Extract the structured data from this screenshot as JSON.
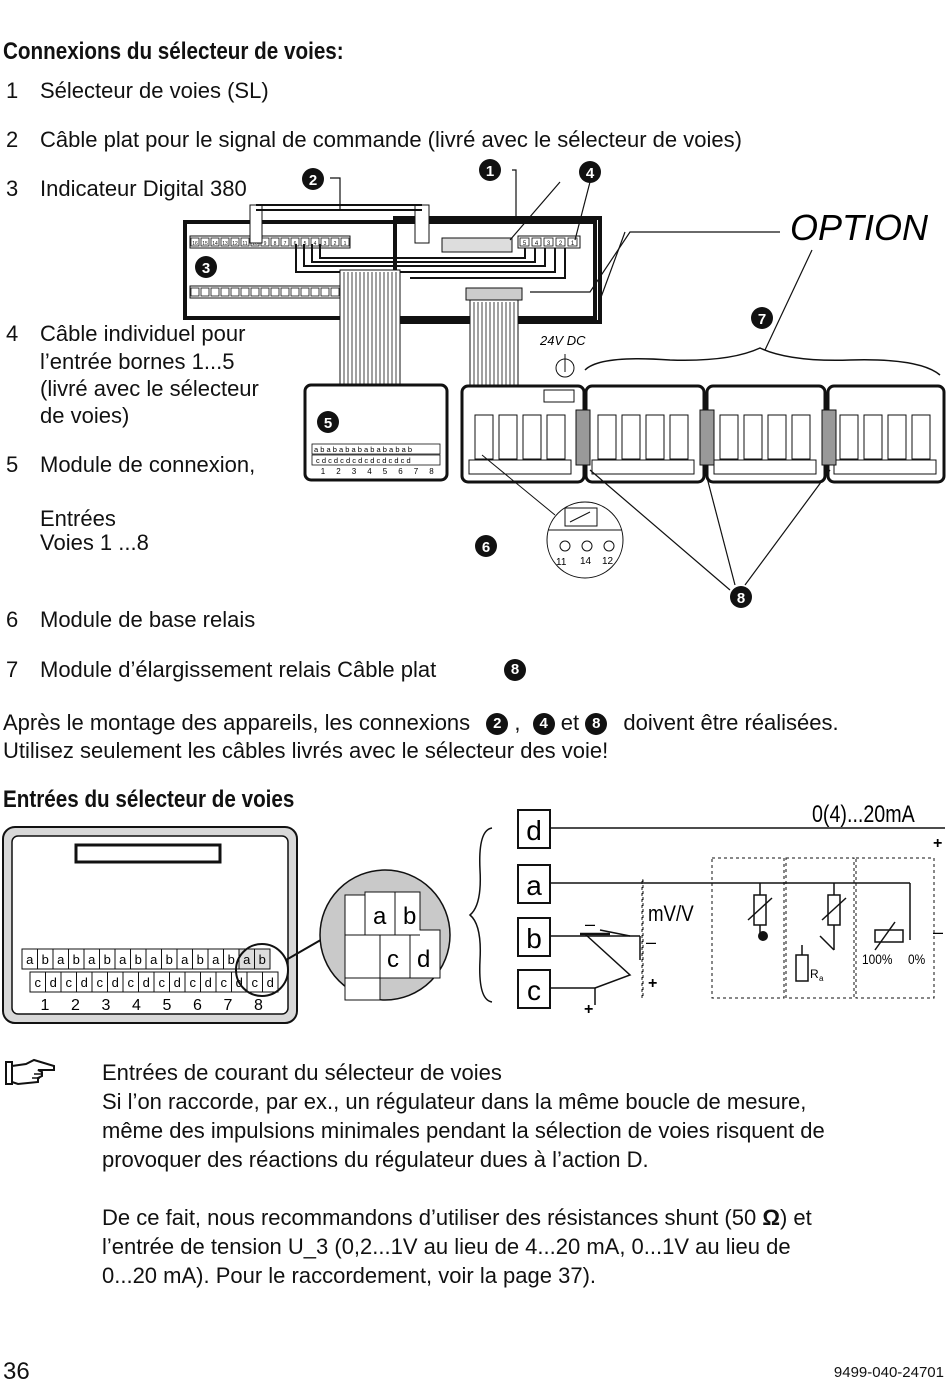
{
  "section1": {
    "heading": "Connexions du sélecteur de voies:",
    "items": [
      {
        "num": "1",
        "text": "Sélecteur de voies (SL)"
      },
      {
        "num": "2",
        "text": "Câble plat pour le signal de commande (livré avec le sélecteur de voies)"
      },
      {
        "num": "3",
        "text": "Indicateur Digital 380"
      },
      {
        "num": "4",
        "lines": [
          "Câble individuel pour",
          "l’entrée bornes 1...5",
          "(livré avec le sélecteur",
          "de voies)"
        ]
      },
      {
        "num": "5",
        "text": "Module de connexion,",
        "sub": [
          "Entrées",
          "Voies 1 ...8"
        ]
      },
      {
        "num": "6",
        "text": "Module de base relais"
      },
      {
        "num": "7",
        "text": "Module d’élargissement relais Câble plat"
      }
    ]
  },
  "diagram1": {
    "option_label": "OPTION",
    "voltage_label": "24V DC",
    "bullets": {
      "b1": "1",
      "b2": "2",
      "b3": "3",
      "b4": "4",
      "b5": "5",
      "b6": "6",
      "b7": "7",
      "b8": "8"
    },
    "terminal_numbers": [
      "11",
      "14",
      "12"
    ],
    "top_terminals": [
      "16",
      "15",
      "14",
      "13",
      "12",
      "11",
      "10",
      "9",
      "8",
      "7",
      "6",
      "5",
      "4",
      "3",
      "2",
      "1"
    ],
    "right_terminals": [
      "5",
      "4",
      "3",
      "2",
      "1"
    ],
    "mini_ab": "a b a b a b a b a b a b a b a b",
    "mini_cd": "c d c d c d c d c d c d c d c d",
    "mini_nums": [
      "1",
      "2",
      "3",
      "4",
      "5",
      "6",
      "7",
      "8"
    ]
  },
  "paragraph": {
    "line1_a": "Après le montage des appareils, les connexions",
    "sep1": ",",
    "sep2": "et",
    "line1_b": "doivent être réalisées.",
    "line2": "Utilisez seulement les câbles livrés avec le sélecteur des voie!"
  },
  "section2": {
    "heading": "Entrées du sélecteur de voies",
    "ab_letters": [
      "a",
      "b",
      "a",
      "b",
      "a",
      "b",
      "a",
      "b",
      "a",
      "b",
      "a",
      "b",
      "a",
      "b",
      "a",
      "b"
    ],
    "cd_letters": [
      "c",
      "d",
      "c",
      "d",
      "c",
      "d",
      "c",
      "d",
      "c",
      "d",
      "c",
      "d",
      "c",
      "d",
      "c",
      "d"
    ],
    "channel_numbers": [
      "1",
      "2",
      "3",
      "4",
      "5",
      "6",
      "7",
      "8"
    ],
    "zoom_labels": {
      "a": "a",
      "b": "b",
      "c": "c",
      "d": "d"
    },
    "circuit": {
      "terminals": [
        "d",
        "a",
        "b",
        "c"
      ],
      "current_label": "0(4)...20mA",
      "mv_label": "mV/V",
      "ra_label": "R",
      "ra_sub": "a",
      "pct100": "100%",
      "pct0": "0%",
      "plus": "+",
      "minus": "–"
    }
  },
  "note": {
    "title": "Entrées de courant du sélecteur de voies",
    "lines1": [
      "Si l’on raccorde, par ex., un régulateur dans la même boucle de mesure,",
      "même des impulsions minimales pendant la sélection de voies risquent de",
      "provoquer des réactions du régulateur dues à l’action D."
    ],
    "lines2_a": "De ce fait, nous recommandons d’utiliser des résistances shunt (50",
    "omega": "Ω",
    "lines2_b": ") et",
    "lines2": [
      "l’entrée de tension U_3 (0,2...1V au lieu de 4...20 mA, 0...1V au lieu de",
      "0...20 mA). Pour le raccordement, voir la page 37)."
    ]
  },
  "footer": {
    "page": "36",
    "code": "9499-040-24701"
  }
}
